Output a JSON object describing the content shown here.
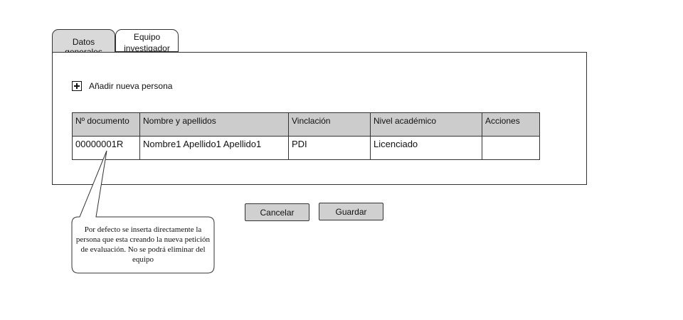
{
  "tabs": [
    {
      "label": "Datos generales"
    },
    {
      "label": "Equipo investigador"
    }
  ],
  "add_person": {
    "label": "Añadir nueva persona",
    "icon": "plus-square-icon"
  },
  "table": {
    "columns": [
      "Nº documento",
      "Nombre y apellidos",
      "Vinclación",
      "Nivel académico",
      "Acciones"
    ],
    "rows": [
      {
        "documento": "00000001R",
        "nombre": "Nombre1 Apellido1 Apellido1",
        "vinculacion": "PDI",
        "nivel": "Licenciado",
        "acciones": ""
      }
    ]
  },
  "buttons": {
    "cancel": "Cancelar",
    "save": "Guardar"
  },
  "callout": {
    "text": "Por defecto se inserta directamente la persona que esta creando la nueva petición de evaluación. No se podrá eliminar del equipo"
  },
  "colors": {
    "header_bg": "#cccccc",
    "button_bg": "#d0d0d0",
    "tab_inactive_bg": "#d9d9d9"
  }
}
